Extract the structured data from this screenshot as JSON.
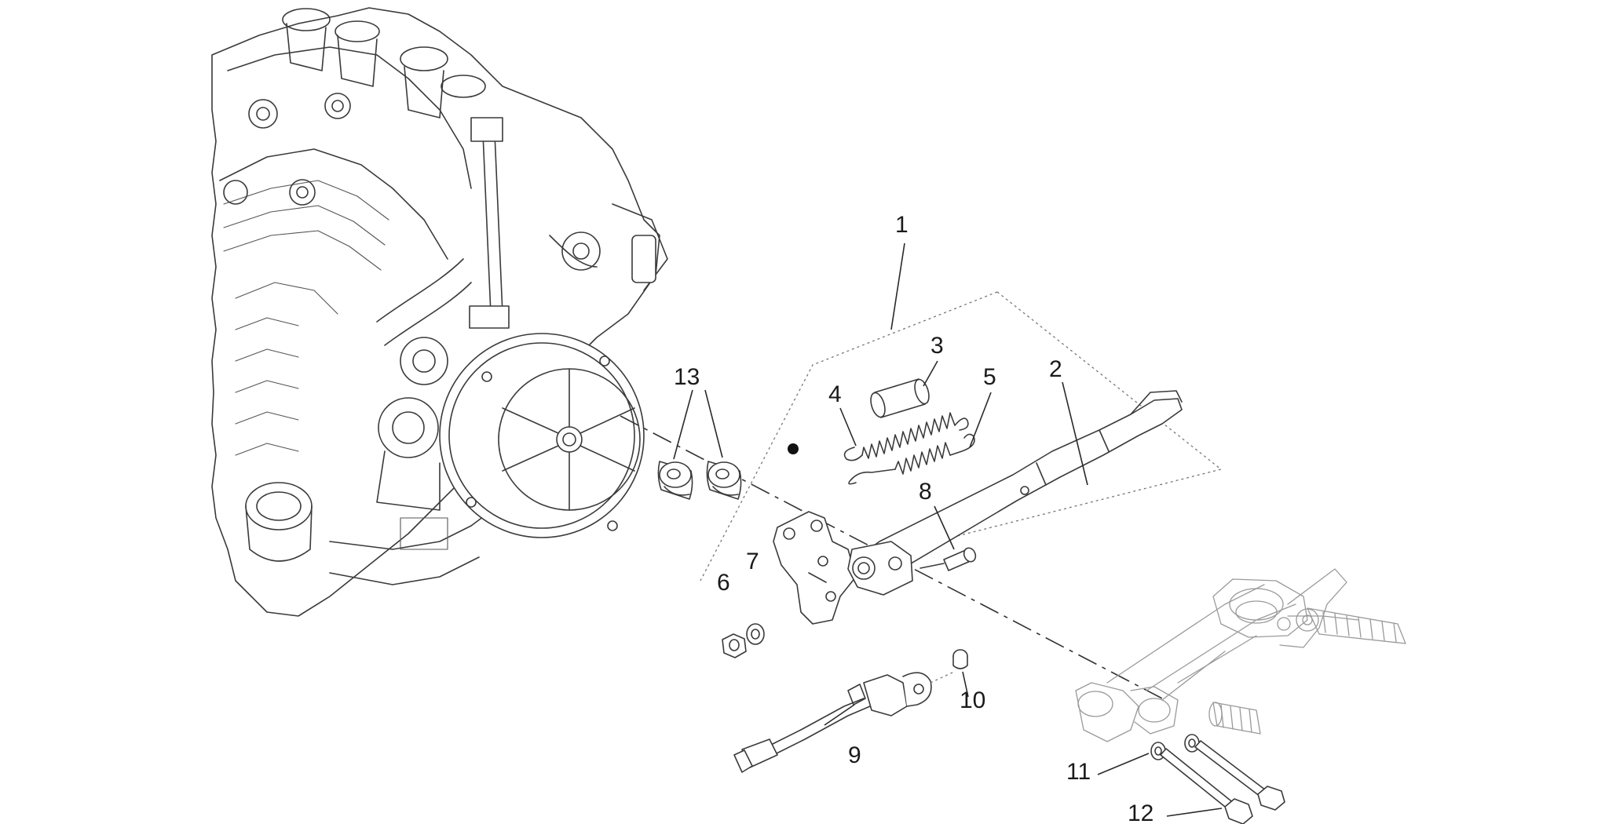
{
  "diagram": {
    "callouts": [
      {
        "id": "1",
        "label": "1"
      },
      {
        "id": "2",
        "label": "2"
      },
      {
        "id": "3",
        "label": "3"
      },
      {
        "id": "4",
        "label": "4"
      },
      {
        "id": "5",
        "label": "5"
      },
      {
        "id": "6",
        "label": "6"
      },
      {
        "id": "7",
        "label": "7"
      },
      {
        "id": "8",
        "label": "8"
      },
      {
        "id": "9",
        "label": "9"
      },
      {
        "id": "10",
        "label": "10"
      },
      {
        "id": "11",
        "label": "11"
      },
      {
        "id": "12",
        "label": "12"
      },
      {
        "id": "13",
        "label": "13"
      }
    ],
    "colors": {
      "line": "#3a3a3a",
      "ghost": "#9a9a9a",
      "background": "#ffffff"
    }
  }
}
